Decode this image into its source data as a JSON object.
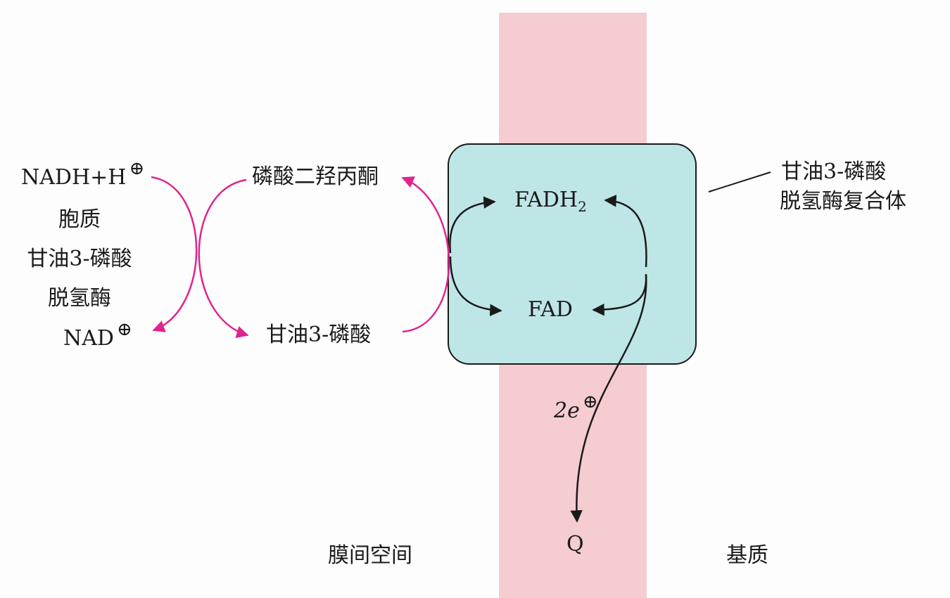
{
  "cytosol_enzyme": {
    "nadh": "NADH+H",
    "nadh_charge": "⊕",
    "nad": "NAD",
    "nad_charge": "⊕",
    "name_line1": "胞质",
    "name_line2": "甘油3-磷酸",
    "name_line3": "脱氢酶"
  },
  "shuttle": {
    "dhap": "磷酸二羟丙酮",
    "g3p": "甘油3-磷酸"
  },
  "complex": {
    "fadh2": "FADH",
    "fadh2_sub": "2",
    "fad": "FAD",
    "label_line1": "甘油3-磷酸",
    "label_line2": "脱氢酶复合体"
  },
  "electrons": {
    "label": "2e",
    "charge": "⊕",
    "acceptor": "Q"
  },
  "regions": {
    "intermembrane": "膜间空间",
    "matrix": "基质"
  },
  "colors": {
    "membrane": "#f5ccd0",
    "complex_fill": "#bfe6e6",
    "pink_arrow": "#e0248c",
    "black_arrow": "#1a1a1a"
  }
}
